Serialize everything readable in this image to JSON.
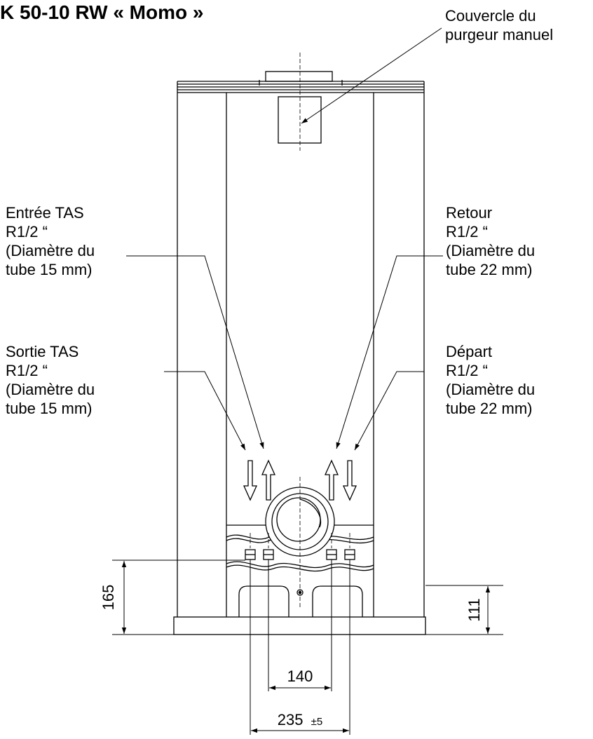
{
  "title": "K 50-10 RW « Momo »",
  "callouts": {
    "cover": [
      "Couvercle du",
      "purgeur manuel"
    ],
    "entree": [
      "Entrée TAS",
      "R1/2 “",
      "(Diamètre du",
      "tube 15 mm)"
    ],
    "sortie": [
      "Sortie TAS",
      "R1/2 “",
      "(Diamètre du",
      "tube 15 mm)"
    ],
    "retour": [
      "Retour",
      "R1/2 “",
      "(Diamètre du",
      "tube 22 mm)"
    ],
    "depart": [
      "Départ",
      "R1/2 “",
      "(Diamètre du",
      "tube 22 mm)"
    ]
  },
  "dimensions": {
    "height_total": "165",
    "height_base": "111",
    "spacing_inner": "140",
    "spacing_outer": "235",
    "tolerance": "±5"
  }
}
